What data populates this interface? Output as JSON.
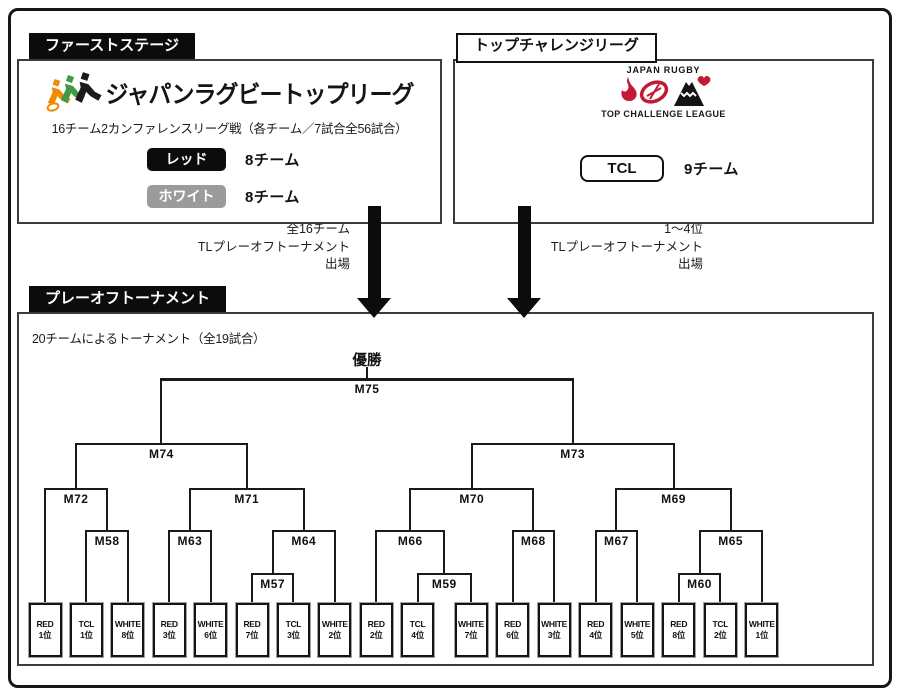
{
  "first_stage": {
    "tab": "ファーストステージ",
    "logo_text": "ジャパンラグビートップリーグ",
    "logo_colors": {
      "orange": "#ef8b00",
      "green": "#3c9c46",
      "dark": "#1b1b1b"
    },
    "description": "16チーム2カンファレンスリーグ戦（各チーム／7試合全56試合）",
    "conferences": [
      {
        "label": "レッド",
        "count": "8チーム",
        "color": "#0c0c0c"
      },
      {
        "label": "ホワイト",
        "count": "8チーム",
        "color": "#9b9b9b"
      }
    ]
  },
  "top_challenge_league": {
    "tab": "トップチャレンジリーグ",
    "logo_top": "JAPAN RUGBY",
    "logo_bottom": "TOP CHALLENGE LEAGUE",
    "logo_red": "#c41934",
    "badge_label": "TCL",
    "count": "9チーム"
  },
  "arrows": {
    "left_caption": [
      "全16チーム",
      "TLプレーオフトーナメント",
      "出場"
    ],
    "right_caption": [
      "1〜4位",
      "TLプレーオフトーナメント",
      "出場"
    ]
  },
  "playoff": {
    "tab": "プレーオフトーナメント",
    "description": "20チームによるトーナメント（全19試合）",
    "champion": "優勝",
    "bracket": {
      "label": "M75",
      "children": [
        {
          "label": "M74",
          "children": [
            {
              "label": "M72",
              "children": [
                {
                  "team": "RED",
                  "rank": "1位"
                },
                {
                  "label": "M58",
                  "children": [
                    {
                      "team": "TCL",
                      "rank": "1位"
                    },
                    {
                      "team": "WHITE",
                      "rank": "8位"
                    }
                  ]
                }
              ]
            },
            {
              "label": "M71",
              "children": [
                {
                  "label": "M63",
                  "children": [
                    {
                      "team": "RED",
                      "rank": "3位"
                    },
                    {
                      "team": "WHITE",
                      "rank": "6位"
                    }
                  ]
                },
                {
                  "label": "M64",
                  "children": [
                    {
                      "label": "M57",
                      "children": [
                        {
                          "team": "RED",
                          "rank": "7位"
                        },
                        {
                          "team": "TCL",
                          "rank": "3位"
                        }
                      ]
                    },
                    {
                      "team": "WHITE",
                      "rank": "2位"
                    }
                  ]
                }
              ]
            }
          ]
        },
        {
          "label": "M73",
          "children": [
            {
              "label": "M70",
              "children": [
                {
                  "label": "M66",
                  "children": [
                    {
                      "team": "RED",
                      "rank": "2位"
                    },
                    {
                      "label": "M59",
                      "children": [
                        {
                          "team": "TCL",
                          "rank": "4位"
                        },
                        {
                          "team": "WHITE",
                          "rank": "7位"
                        }
                      ]
                    }
                  ]
                },
                {
                  "label": "M68",
                  "children": [
                    {
                      "team": "RED",
                      "rank": "6位"
                    },
                    {
                      "team": "WHITE",
                      "rank": "3位"
                    }
                  ]
                }
              ]
            },
            {
              "label": "M69",
              "children": [
                {
                  "label": "M67",
                  "children": [
                    {
                      "team": "RED",
                      "rank": "4位"
                    },
                    {
                      "team": "WHITE",
                      "rank": "5位"
                    }
                  ]
                },
                {
                  "label": "M65",
                  "children": [
                    {
                      "label": "M60",
                      "children": [
                        {
                          "team": "RED",
                          "rank": "8位"
                        },
                        {
                          "team": "TCL",
                          "rank": "2位"
                        }
                      ]
                    },
                    {
                      "team": "WHITE",
                      "rank": "1位"
                    }
                  ]
                }
              ]
            }
          ]
        }
      ]
    }
  }
}
